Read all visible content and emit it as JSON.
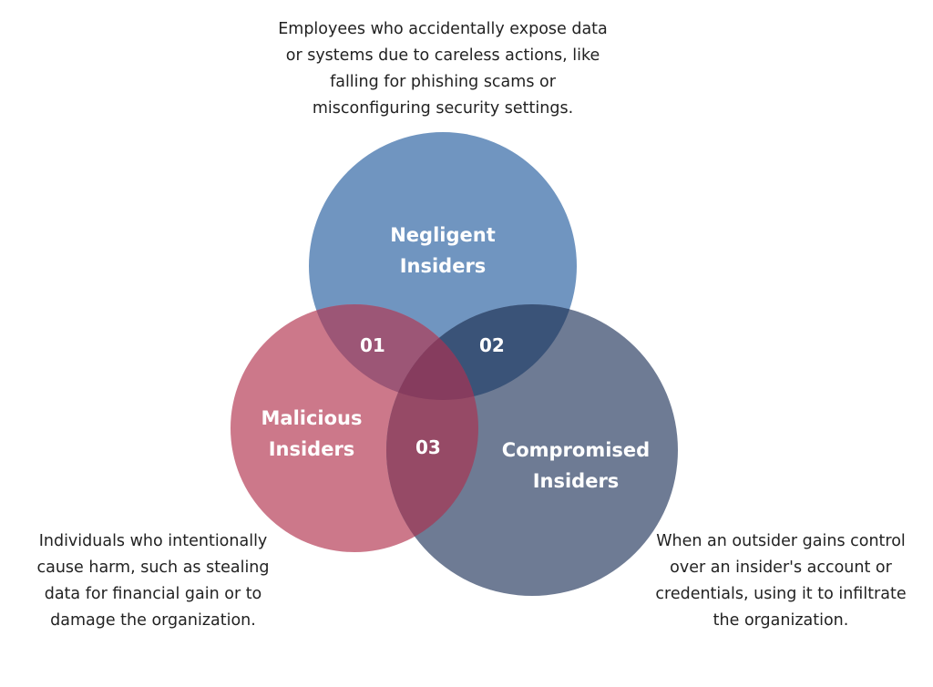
{
  "diagram": {
    "type": "venn",
    "sets": [
      {
        "label": "Negligent Insiders",
        "line1": "Negligent",
        "line2": "Insiders",
        "color": "#7095c0",
        "description": "Employees who accidentally expose data or systems due to careless actions, like falling for phishing scams or misconfiguring security settings."
      },
      {
        "label": "Malicious Insiders",
        "line1": "Malicious",
        "line2": "Insiders",
        "color": "#cc788a",
        "description": "Individuals who intentionally cause harm, such as stealing data for financial gain or to damage the organization."
      },
      {
        "label": "Compromised Insiders",
        "line1": "Compromised",
        "line2": "Insiders",
        "color": "#6e7b94",
        "description": "When an outsider gains control over an insider's account or credentials, using it to infiltrate the organization."
      }
    ],
    "intersections": [
      {
        "label": "01",
        "color": "#9c5676"
      },
      {
        "label": "02",
        "color": "#3a5378"
      },
      {
        "label": "03",
        "color": "#964a66"
      }
    ],
    "center_color": "#863c5e"
  }
}
